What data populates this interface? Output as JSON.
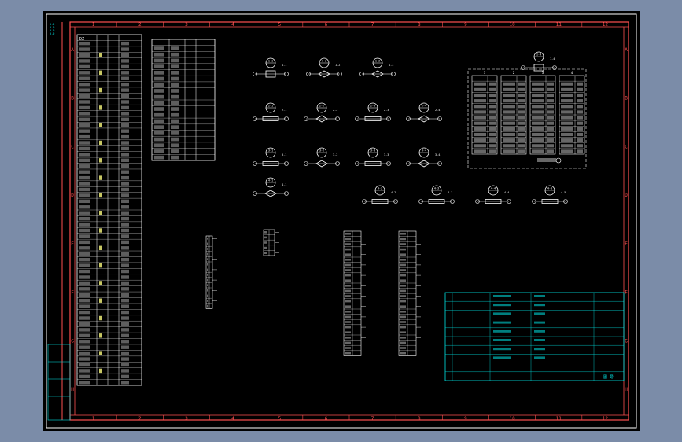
{
  "drawing": {
    "columns": [
      "1",
      "2",
      "3",
      "4",
      "5",
      "6",
      "7",
      "8",
      "9",
      "10",
      "11",
      "12"
    ],
    "rows": [
      "A",
      "B",
      "C",
      "D",
      "E",
      "F",
      "G",
      "H"
    ],
    "left_strip_labels": [
      "0.0",
      "0.0",
      "0.0",
      "0.0"
    ]
  },
  "wiring_table_left": {
    "header": "DZ",
    "row_count": 60
  },
  "wiring_table_mid": {
    "row_count": 20
  },
  "devices": {
    "row1": [
      "1-1",
      "1-2",
      "1-3"
    ],
    "row2": [
      "2-1",
      "2-2",
      "2-3",
      "2-4"
    ],
    "row3": [
      "3-1",
      "3-2",
      "3-3",
      "3-4"
    ],
    "row4": [
      "4-1",
      "4-2",
      "4-3",
      "4-4",
      "4-5"
    ],
    "top_right": "1-4"
  },
  "terminal_blocks": {
    "small_left_count": 14,
    "center_a_count": 24,
    "center_b_count": 24,
    "small_mid_count": 5
  },
  "right_panel": {
    "headers": [
      "1",
      "2",
      "3",
      "4"
    ],
    "row_count": 14
  },
  "title_block": {
    "rows": 9,
    "footer": "图 号"
  }
}
